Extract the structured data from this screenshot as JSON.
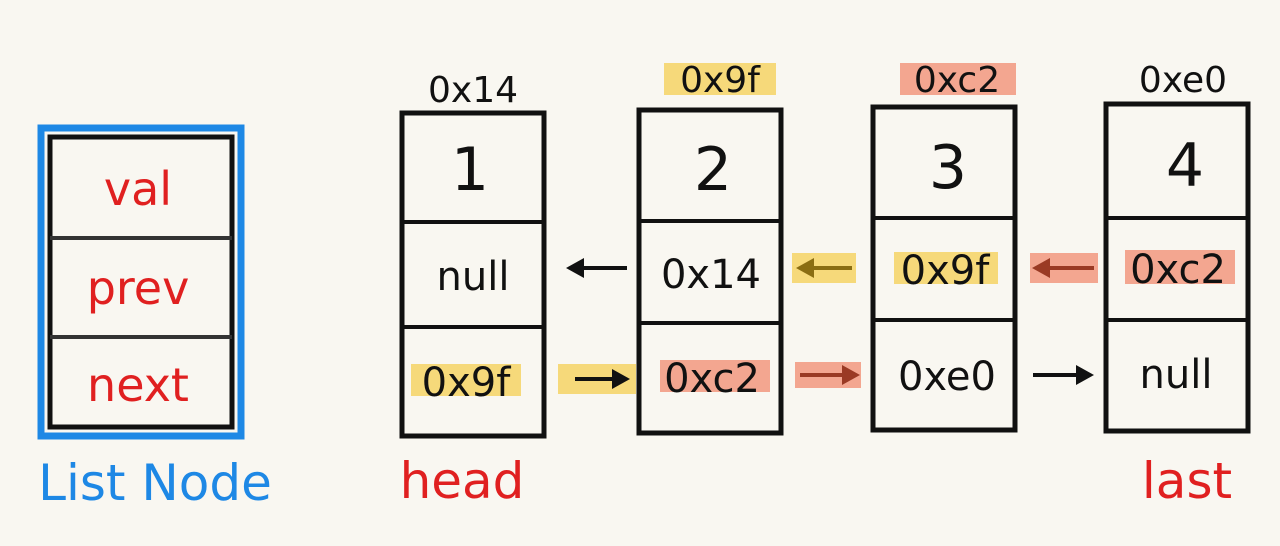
{
  "colors": {
    "background": "#f9f7f1",
    "ink": "#111111",
    "red": "#e02020",
    "blue": "#1e88e5",
    "yellow_highlight": "#f6d97a",
    "salmon_highlight": "#f3a690",
    "olive_arrow": "#8a6d12",
    "brown_arrow": "#9a3a24"
  },
  "legend": {
    "fields": [
      "val",
      "prev",
      "next"
    ],
    "caption": "List Node"
  },
  "nodes": [
    {
      "address": "0x14",
      "val": "1",
      "prev": "null",
      "next": "0x9f",
      "label": "head"
    },
    {
      "address": "0x9f",
      "val": "2",
      "prev": "0x14",
      "next": "0xc2",
      "label": ""
    },
    {
      "address": "0xc2",
      "val": "3",
      "prev": "0x9f",
      "next": "0xe0",
      "label": ""
    },
    {
      "address": "0xe0",
      "val": "4",
      "prev": "0xc2",
      "next": "null",
      "label": "last"
    }
  ]
}
